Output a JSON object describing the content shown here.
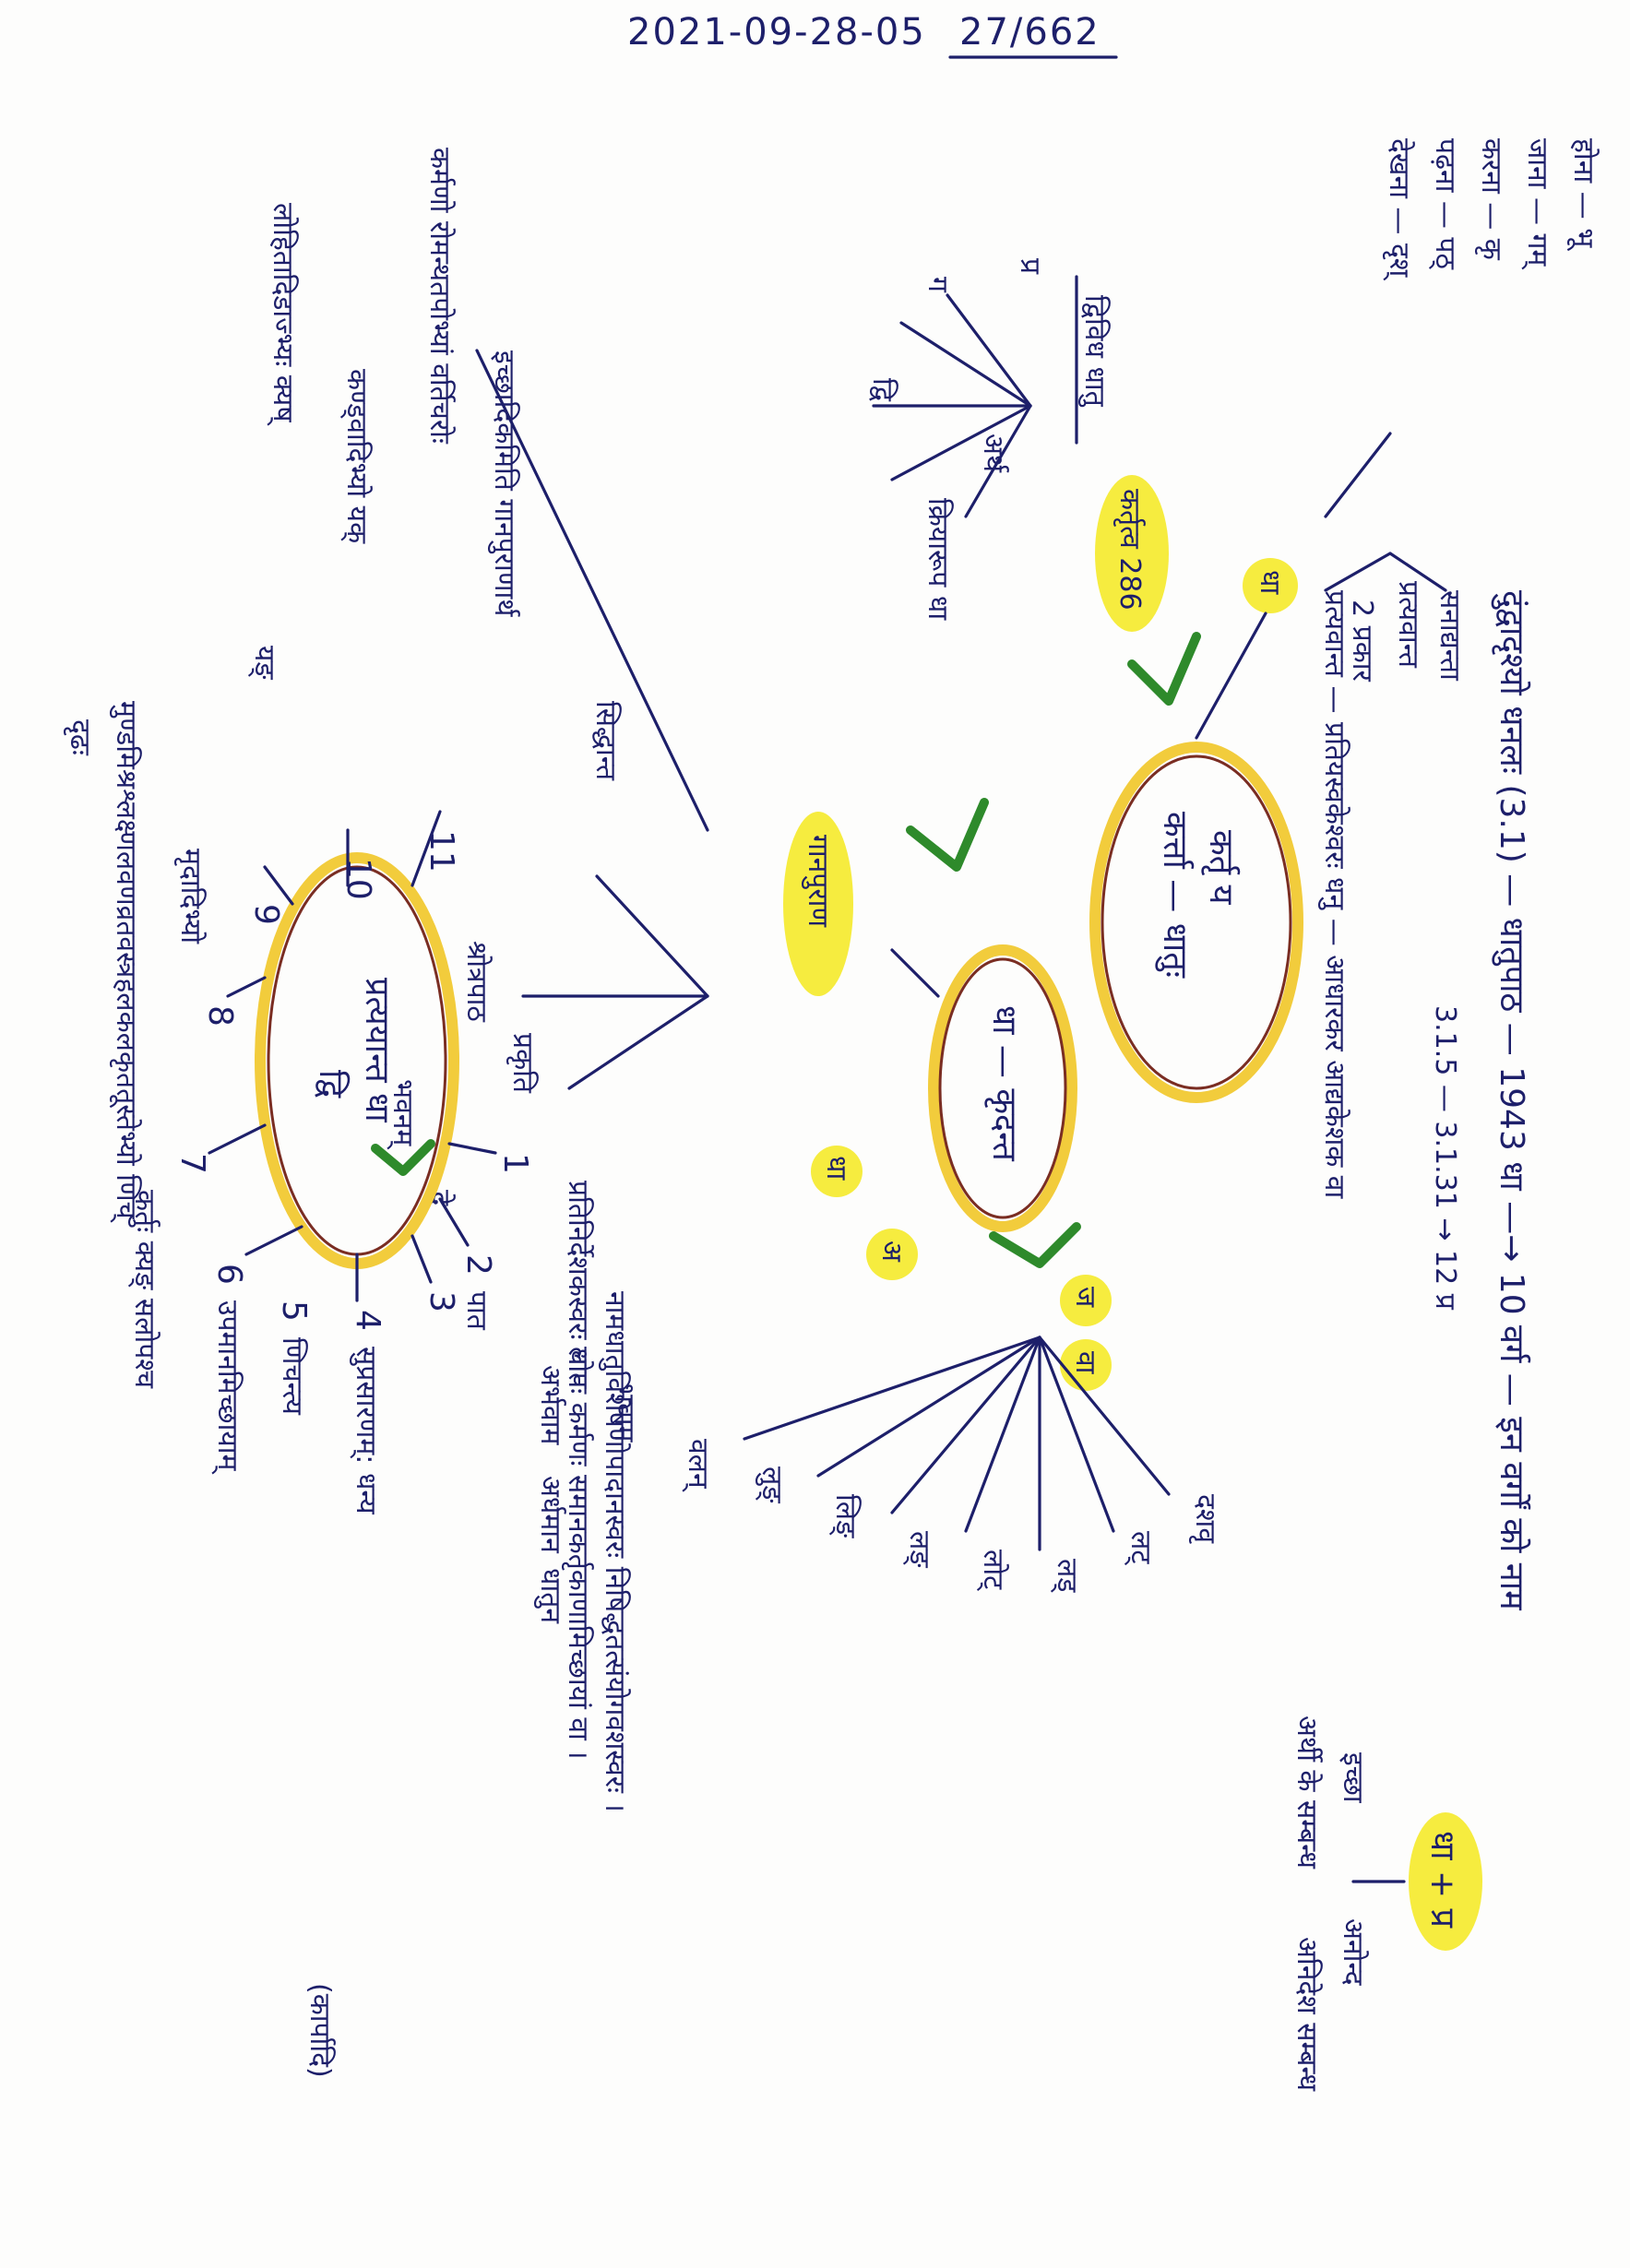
{
  "header": {
    "date": "2021-09-28-05",
    "page": "27/662"
  },
  "colors": {
    "ink": "#1d1f6a",
    "highlight": "#f5ea2a",
    "ring": "#f2cc3c",
    "arrow": "#2e8a2b"
  },
  "top_branch": {
    "title_line": "दुंद्वादृश्यो धनलः (3.1) — धातुपाठ — 1943 धा —→ 10 वर्ग — इन वर्गों को नाम",
    "subtitle_line": "3.1.5 — 3.1.31 → 12 प्र",
    "derived": "प्रत्यवान्त",
    "samarth": "सनाद्यन्ता",
    "pratyaya_line": "प्रत्यवान्त — प्रतियस्वकेश्वरः धनु — आधारकर आद्यकेशक वा",
    "two_kinds": "2 प्रकार",
    "node_dha": "धा"
  },
  "verbs_list": [
    "होना — भू",
    "जाना — गम्",
    "करना — कृ",
    "पढ़ना — पठ्",
    "देखना — दृश्"
  ],
  "dhatu_prakar": "द्विविध धातु",
  "ring1": {
    "line1": "कर्तृ य",
    "line2": "कर्त्ता — धातुः"
  },
  "ring1_tag": "कर्तृत्व 286",
  "branches_left": [
    "क्रियारूप धा",
    "द्वि",
    "अर्थ",
    "ग",
    "प्र"
  ],
  "ring2": {
    "line1": "धा — कृदन्त"
  },
  "ring2_tag": "गानपुराण",
  "paradigm_note": "इच्छादिकमिति गानपुराणार्थ",
  "ring2_left": [
    "सिद्धान्त",
    "श्रोत्रपाठ",
    "प्रकृति"
  ],
  "badges": {
    "g": "धा",
    "b": "अ",
    "c": "ज",
    "d": "वा"
  },
  "right_leaves": [
    "दशवृ",
    "लट्",
    "लड्",
    "लोट्",
    "लङ्",
    "लिङ्",
    "लुङ्",
    "वलन्",
    "भवाम",
    "अर्भवाम",
    "अर्धमान",
    "धातुन",
    "पात",
    "द्वे",
    "भवनम्"
  ],
  "dual": {
    "label": "धा + प्र",
    "left": "इच्छा",
    "right": "अनोन्द",
    "left_sub": "अर्थी के सम्बन्ध",
    "right_sub": "अनिदेश सम्बन्ध"
  },
  "ring3": {
    "line1": "प्रत्ययान्त धा",
    "line2": "द्वि"
  },
  "ring3_spokes": [
    {
      "n": "1",
      "text": "प्रतिनिर्देशकस्वरः धात"
    },
    {
      "n": "2",
      "text": "नामधातुविशेषणोपादानस्वरः निषिद्धतत्संयोगवशस्वरः ।"
    },
    {
      "n": "3",
      "text": "लोपः कर्मणः समानकर्तृकाणामिच्छायां वा ।"
    },
    {
      "n": "4",
      "text": "सुप्रसारणम्: धन्य"
    },
    {
      "n": "5",
      "text": "णिचन्त्य"
    },
    {
      "n": "6",
      "text": "उपमानमिच्छायाम्"
    },
    {
      "n": "7",
      "text": "कर्तुः क्यङ् सलोपश्च"
    },
    {
      "n": "8",
      "text": "मृदादिभ्यो"
    },
    {
      "n": "9",
      "text": "यङ्"
    },
    {
      "n": "10",
      "text": "कण्ड्वादिभ्यो यक्"
    },
    {
      "n": "11",
      "text": "कर्मणो रोमन्थतपोभ्यां वर्तिचरोः"
    }
  ],
  "ring3_bottom": [
    "लोहितादिडाज्भ्यः क्यष्",
    "मुण्डमिश्रश्लक्ष्णलवणव्रतवस्त्रहलकलकृततूस्तेभ्यो णिच्",
    "दृढः"
  ],
  "bracket_note": "(कार्पादि)"
}
